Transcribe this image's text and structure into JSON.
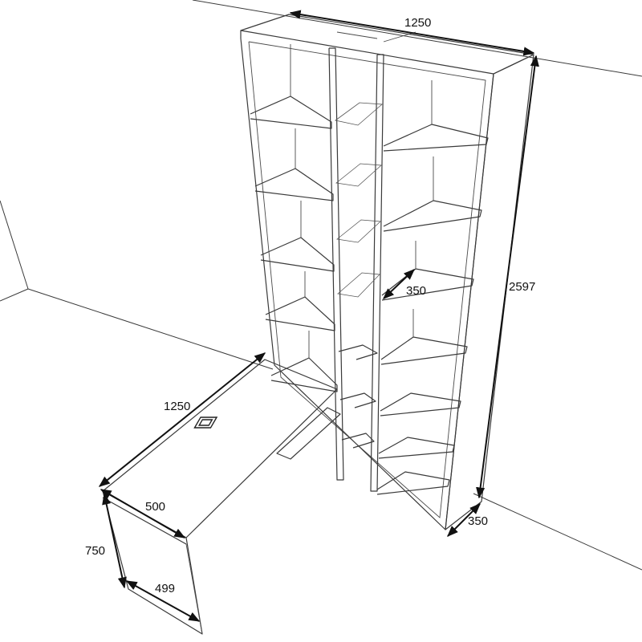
{
  "dimensions": {
    "cabinet_width": "1250",
    "cabinet_height": "2597",
    "cabinet_depth": "350",
    "inner_shelf_depth": "350",
    "desk_length": "1250",
    "desk_width": "500",
    "desk_height": "750",
    "leg_depth": "499"
  },
  "colors": {
    "line": "#3a3a3a",
    "dimension": "#111111",
    "background": "#ffffff"
  }
}
